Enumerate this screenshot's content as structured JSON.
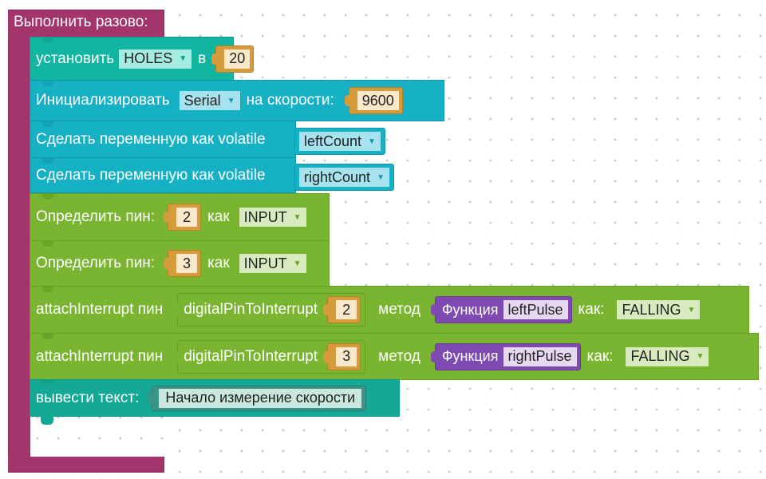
{
  "setup_block": {
    "title": "Выполнить разово:"
  },
  "blocks": {
    "set_var": {
      "label": "установить",
      "variable": "HOLES",
      "in_label": "в",
      "value": "20"
    },
    "serial_init": {
      "label": "Инициализировать",
      "port": "Serial",
      "speed_label": "на скорости:",
      "speed": "9600"
    },
    "volatile_1": {
      "label": "Сделать переменную как volatile",
      "variable": "leftCount"
    },
    "volatile_2": {
      "label": "Сделать переменную как volatile",
      "variable": "rightCount"
    },
    "pinmode_1": {
      "label": "Определить пин:",
      "pin": "2",
      "as_label": "как",
      "mode": "INPUT"
    },
    "pinmode_2": {
      "label": "Определить пин:",
      "pin": "3",
      "as_label": "как",
      "mode": "INPUT"
    },
    "attach_1": {
      "label": "attachInterrupt пин",
      "inner_label": "digitalPinToInterrupt",
      "pin": "2",
      "method_label": "метод",
      "func_label": "Функция",
      "func_name": "leftPulse",
      "as_label": "как:",
      "mode": "FALLING"
    },
    "attach_2": {
      "label": "attachInterrupt пин",
      "inner_label": "digitalPinToInterrupt",
      "pin": "3",
      "method_label": "метод",
      "func_label": "Функция",
      "func_name": "rightPulse",
      "as_label": "как:",
      "mode": "FALLING"
    },
    "print": {
      "label": "вывести текст:",
      "text": "Начало измерение скорости"
    }
  },
  "colors": {
    "setup": "#a3356d",
    "variables": "#12b5a0",
    "serial": "#16b1c4",
    "io": "#7ab531",
    "math": "#d69b3a",
    "procedures": "#7e49b1",
    "text": "#3b9488"
  }
}
